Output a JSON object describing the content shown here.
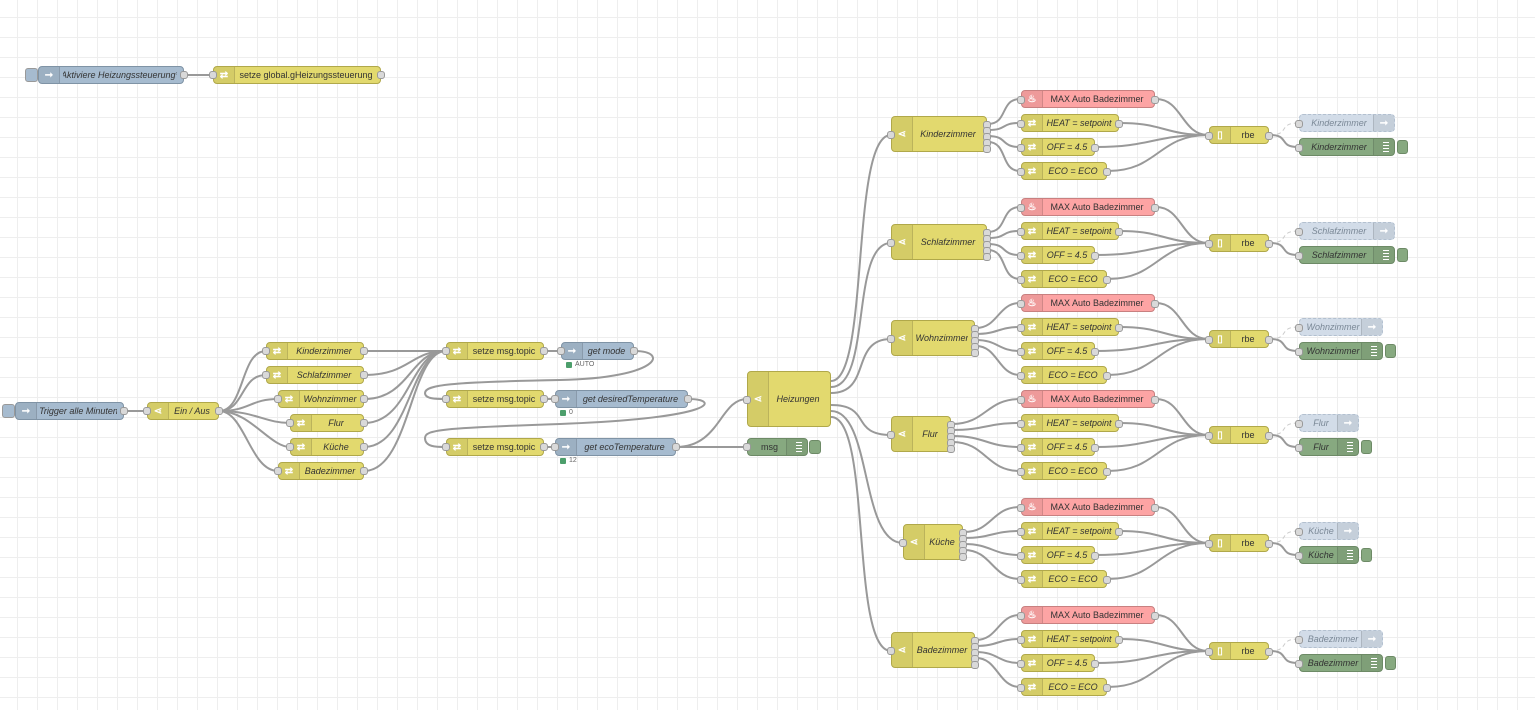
{
  "top": {
    "activate_label": "Aktiviere Heizungssteuerung ",
    "activate_changed": "*",
    "set_global_label": "setze global.gHeizungssteuerung"
  },
  "left": {
    "trigger_label": "Trigger alle Minuten",
    "onoff_label": "Ein / Aus",
    "rooms": [
      "Kinderzimmer",
      "Schlafzimmer",
      "Wohnzimmer",
      "Flur",
      "Küche",
      "Badezimmer"
    ]
  },
  "middle": {
    "topic_label": "setze msg.topic",
    "get_mode_label": "get mode",
    "get_mode_status": "AUTO",
    "get_desired_label": "get desiredTemperature",
    "get_desired_status": "0",
    "get_eco_label": "get ecoTemperature",
    "get_eco_status": "12",
    "msg_label": "msg",
    "heizungen_label": "Heizungen"
  },
  "groups": [
    {
      "room": "Kinderzimmer",
      "max": "MAX Auto Badezimmer",
      "heat": "HEAT = setpoint",
      "off": "OFF = 4.5",
      "eco": "ECO = ECO",
      "rbe": "rbe",
      "out": "Kinderzimmer",
      "debug": "Kinderzimmer"
    },
    {
      "room": "Schlafzimmer",
      "max": "MAX Auto Badezimmer",
      "heat": "HEAT = setpoint",
      "off": "OFF = 4.5",
      "eco": "ECO = ECO",
      "rbe": "rbe",
      "out": "Schlafzimmer",
      "debug": "Schlafzimmer"
    },
    {
      "room": "Wohnzimmer",
      "max": "MAX Auto Badezimmer",
      "heat": "HEAT = setpoint",
      "off": "OFF = 4.5",
      "eco": "ECO = ECO",
      "rbe": "rbe",
      "out": "Wohnzimmer",
      "debug": "Wohnzimmer"
    },
    {
      "room": "Flur",
      "max": "MAX Auto Badezimmer",
      "heat": "HEAT = setpoint",
      "off": "OFF = 4.5",
      "eco": "ECO = ECO",
      "rbe": "rbe",
      "out": "Flur",
      "debug": "Flur"
    },
    {
      "room": "Küche",
      "max": "MAX Auto Badezimmer",
      "heat": "HEAT = setpoint",
      "off": "OFF = 4.5",
      "eco": "ECO = ECO",
      "rbe": "rbe",
      "out": "Küche",
      "debug": "Küche"
    },
    {
      "room": "Badezimmer",
      "max": "MAX Auto Badezimmer",
      "heat": "HEAT = setpoint",
      "off": "OFF = 4.5",
      "eco": "ECO = ECO",
      "rbe": "rbe",
      "out": "Badezimmer",
      "debug": "Badezimmer"
    }
  ],
  "icons": {
    "inject": "inject-arrow-icon",
    "change": "shuffle-icon",
    "switch": "switch-icon",
    "api": "thermostat-icon",
    "rbe": "rbe-icon",
    "debug": "debug-list-icon"
  },
  "colors": {
    "function": "#e2d96e",
    "inject": "#a6bbcf",
    "api": "#fda4a4",
    "debug": "#87a980",
    "link_out": "#d2dce8",
    "wire": "#999999"
  }
}
